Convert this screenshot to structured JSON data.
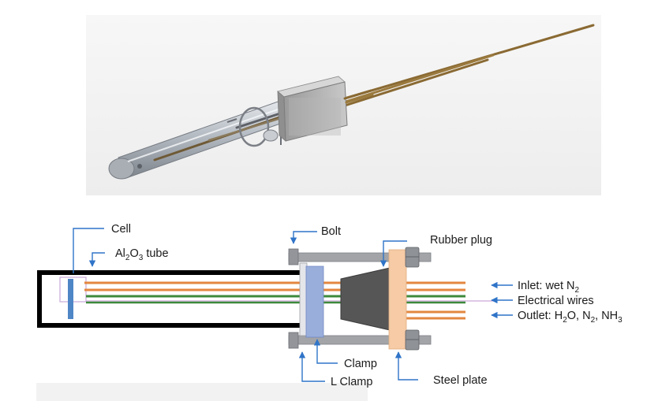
{
  "labels": {
    "cell": "Cell",
    "al2o3_tube_main": "Al",
    "al2o3_tube_sub2": "2",
    "al2o3_tube_mid": "O",
    "al2o3_tube_sub3": "3",
    "al2o3_tube_end": " tube",
    "bolt": "Bolt",
    "rubber_plug": "Rubber plug",
    "inlet_main": "Inlet: wet N",
    "inlet_sub": "2",
    "electrical_wires": "Electrical wires",
    "outlet_main": "Outlet: H",
    "outlet_sub1": "2",
    "outlet_mid1": "O, N",
    "outlet_sub2": "2",
    "outlet_mid2": ", NH",
    "outlet_sub3": "3",
    "clamp": "Clamp",
    "l_clamp": "L Clamp",
    "steel_plate": "Steel plate"
  },
  "colors": {
    "arrow": "#2f74c8",
    "tube_wall": "#000000",
    "gas_line": "#e3873f",
    "wire": "#3d8a3c",
    "cell": "#4f86c6",
    "clamp": "#9aaedb",
    "steel_plate": "#f6cba6",
    "rubber_plug": "#565656",
    "hardware": "#9ea0a4"
  }
}
